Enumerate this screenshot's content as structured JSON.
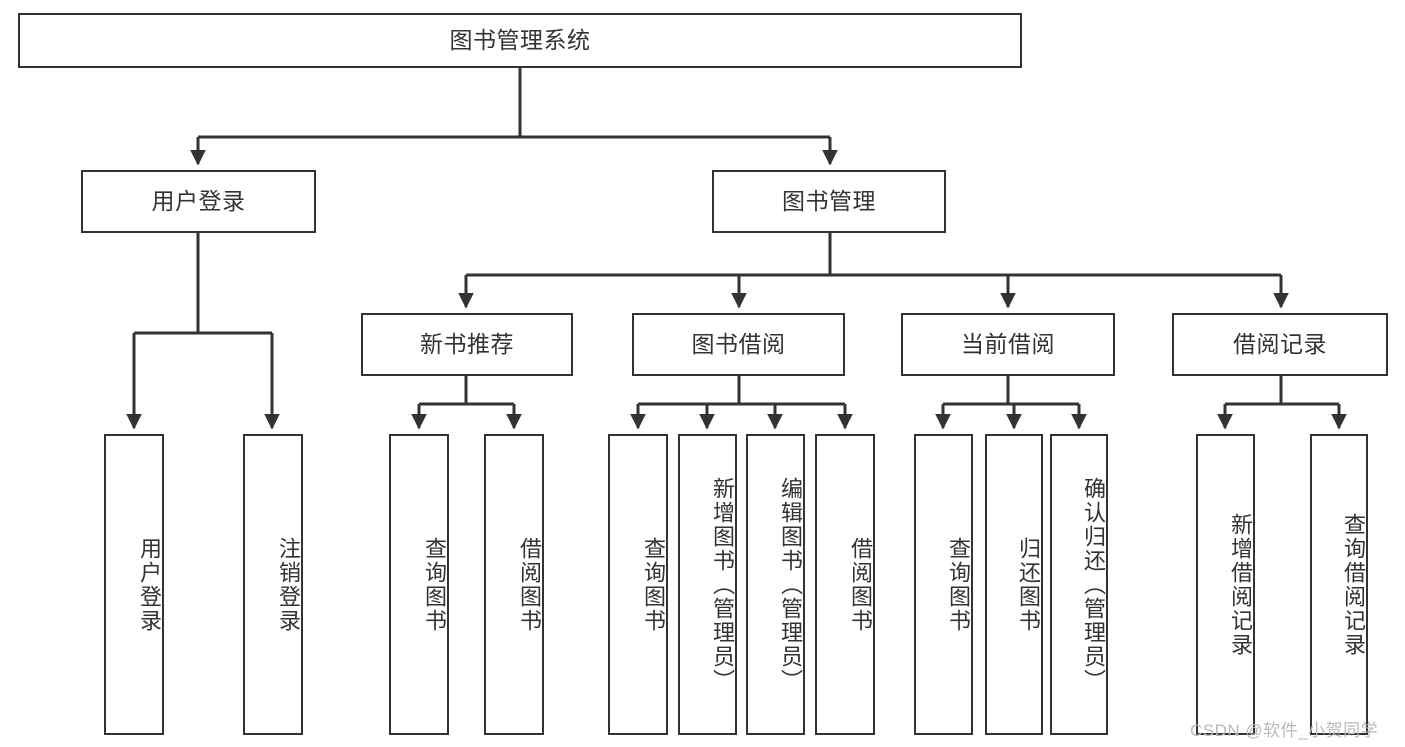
{
  "diagram": {
    "title": "图书管理系统",
    "type": "tree-hierarchy",
    "watermark": "CSDN @软件_小贺同学",
    "colors": {
      "box_border": "#333333",
      "box_fill": "#ffffff",
      "edge": "#333333",
      "text": "#333333",
      "watermark": "#b9b9b9",
      "background": "#ffffff"
    },
    "levels": {
      "level1": [
        {
          "id": "root",
          "label": "图书管理系统"
        }
      ],
      "level2": [
        {
          "id": "user-login",
          "label": "用户登录"
        },
        {
          "id": "book-manage",
          "label": "图书管理"
        }
      ],
      "level3": [
        {
          "id": "new-book-rec",
          "label": "新书推荐"
        },
        {
          "id": "book-borrow",
          "label": "图书借阅"
        },
        {
          "id": "current-borrow",
          "label": "当前借阅"
        },
        {
          "id": "borrow-record",
          "label": "借阅记录"
        }
      ],
      "leaves": [
        {
          "id": "leaf-user-login",
          "label": "用户登录",
          "parent": "user-login"
        },
        {
          "id": "leaf-logout-login",
          "label": "注销登录",
          "parent": "user-login"
        },
        {
          "id": "leaf-query-book-1",
          "label": "查询图书",
          "parent": "new-book-rec"
        },
        {
          "id": "leaf-borrow-book-1",
          "label": "借阅图书",
          "parent": "new-book-rec"
        },
        {
          "id": "leaf-query-book-2",
          "label": "查询图书",
          "parent": "book-borrow"
        },
        {
          "id": "leaf-add-book",
          "label": "新增图书（管理员）",
          "parent": "book-borrow"
        },
        {
          "id": "leaf-edit-book",
          "label": "编辑图书（管理员）",
          "parent": "book-borrow"
        },
        {
          "id": "leaf-borrow-book-2",
          "label": "借阅图书",
          "parent": "book-borrow"
        },
        {
          "id": "leaf-query-book-3",
          "label": "查询图书",
          "parent": "current-borrow"
        },
        {
          "id": "leaf-return-book",
          "label": "归还图书",
          "parent": "current-borrow"
        },
        {
          "id": "leaf-confirm-return",
          "label": "确认归还（管理员）",
          "parent": "current-borrow"
        },
        {
          "id": "leaf-add-record",
          "label": "新增借阅记录",
          "parent": "borrow-record"
        },
        {
          "id": "leaf-query-record",
          "label": "查询借阅记录",
          "parent": "borrow-record"
        }
      ]
    }
  }
}
